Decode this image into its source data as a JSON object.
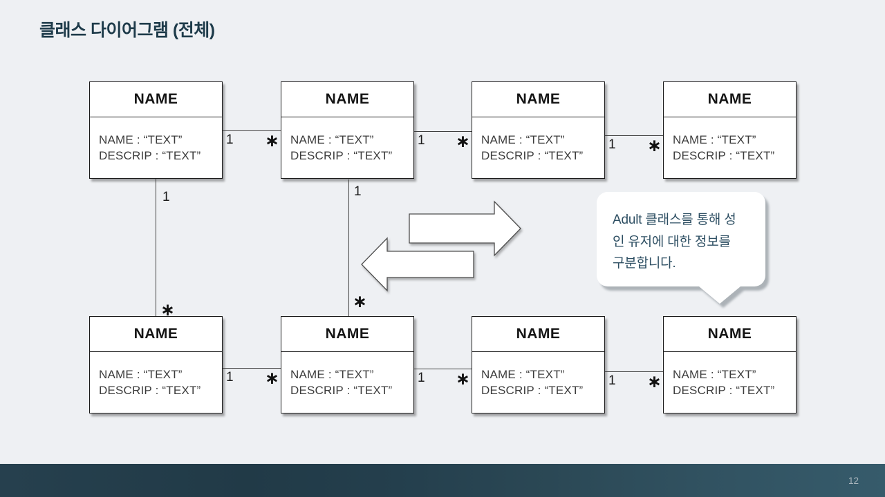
{
  "slide": {
    "title": "클래스 다이어그램 (전체)",
    "page_number": "12"
  },
  "diagram": {
    "box_template": {
      "title": "NAME",
      "attr_name": "NAME : “TEXT”",
      "attr_descrip": "DESCRIP : “TEXT”"
    },
    "multiplicity": {
      "one": "1",
      "many": "∗"
    },
    "relationships": [
      {
        "from": "top-1",
        "to": "top-2",
        "from_label": "1",
        "to_label": "*"
      },
      {
        "from": "top-2",
        "to": "top-3",
        "from_label": "1",
        "to_label": "*"
      },
      {
        "from": "top-3",
        "to": "top-4",
        "from_label": "1",
        "to_label": "*"
      },
      {
        "from": "top-1",
        "to": "bottom-1",
        "from_label": "1",
        "to_label": "*"
      },
      {
        "from": "top-2",
        "to": "bottom-2",
        "from_label": "1",
        "to_label": "*"
      },
      {
        "from": "bottom-1",
        "to": "bottom-2",
        "from_label": "1",
        "to_label": "*"
      },
      {
        "from": "bottom-2",
        "to": "bottom-3",
        "from_label": "1",
        "to_label": "*"
      },
      {
        "from": "bottom-3",
        "to": "bottom-4",
        "from_label": "1",
        "to_label": "*"
      }
    ]
  },
  "callout": {
    "lines": [
      "Adult 클래스를 통해 성",
      "인 유저에 대한 정보를",
      "구분합니다."
    ],
    "full_text": "Adult 클래스를 통해 성인 유저에 대한 정보를 구분합니다."
  },
  "colors": {
    "background": "#eef0f3",
    "title_text": "#1e3b4a",
    "callout_text": "#2e4f63",
    "footer_gradient_start": "#223c4a",
    "footer_gradient_end": "#365b6b",
    "box_border": "#1b1b1b"
  }
}
